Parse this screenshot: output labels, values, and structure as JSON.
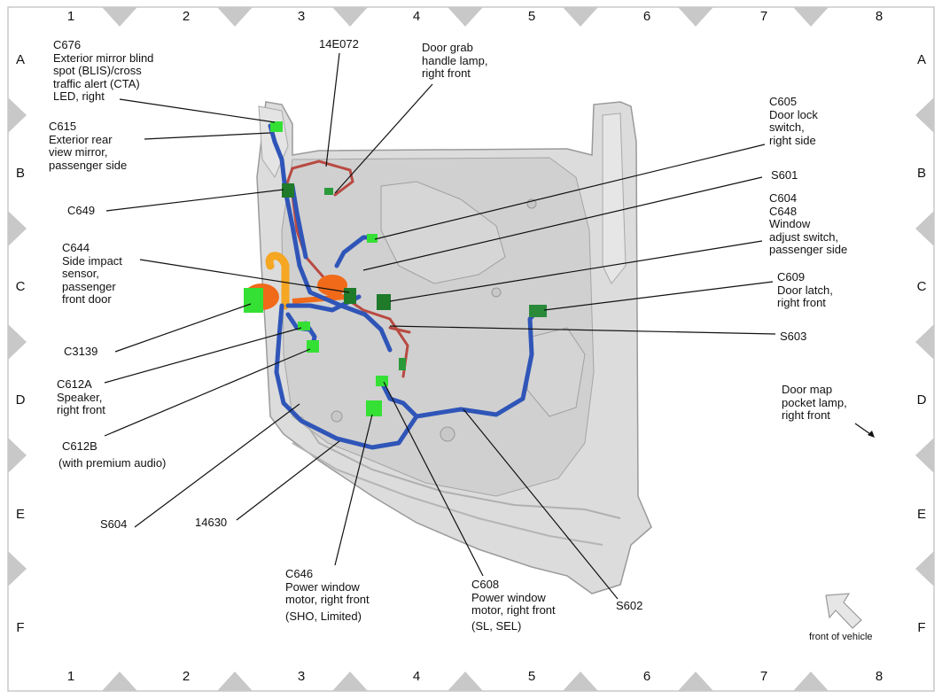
{
  "grid": {
    "columns": [
      "1",
      "2",
      "3",
      "4",
      "5",
      "6",
      "7",
      "8"
    ],
    "rows": [
      "A",
      "B",
      "C",
      "D",
      "E",
      "F"
    ]
  },
  "labels": {
    "c676": "C676\nExterior mirror blind\nspot (BLIS)/cross\ntraffic alert (CTA)\nLED, right",
    "c615": "C615\nExterior rear\nview mirror,\npassenger side",
    "c649": "C649",
    "c644": "C644\nSide impact\nsensor,\npassenger\nfront door",
    "c3139": "C3139",
    "c612a": "C612A\nSpeaker,\nright front",
    "c612b": "C612B",
    "c612b_note": "(with premium audio)",
    "s604": "S604",
    "h14630": "14630",
    "h14e072": "14E072",
    "door_grab": "Door grab\nhandle lamp,\nright front",
    "c605": "C605\nDoor lock\nswitch,\nright side",
    "s601": "S601",
    "c604": "C604\nC648\nWindow\nadjust switch,\npassenger side",
    "c609": "C609\nDoor latch,\nright front",
    "s603": "S603",
    "door_map": "Door map\npocket lamp,\nright front",
    "c646": "C646\nPower window\nmotor, right front",
    "c646_note": "(SHO, Limited)",
    "c608": "C608\nPower window\nmotor, right front",
    "c608_note": "(SL, SEL)",
    "s602": "S602",
    "front_of_vehicle": "front of vehicle"
  },
  "colors": {
    "frame": "#c8c8c8",
    "door_fill": "#dedede",
    "door_stroke": "#9a9a9a",
    "harness_blue": "#2f55b8",
    "harness_red": "#b84a42",
    "connector_green": "#35e035",
    "connector_dark": "#1f7a2a",
    "sensor_orange": "#f06a1a",
    "tube_yellow": "#f5a623"
  }
}
